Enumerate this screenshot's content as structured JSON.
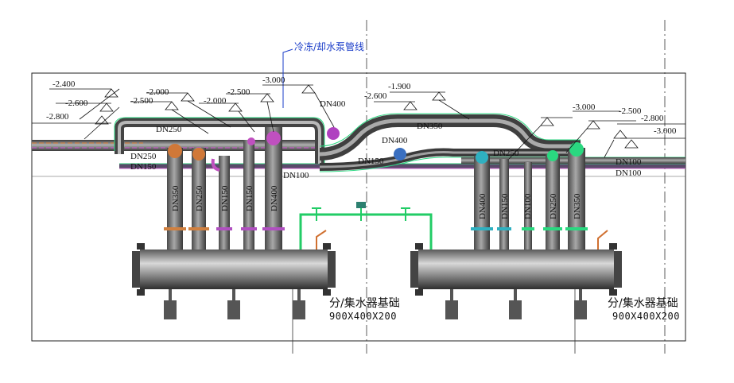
{
  "title": "冷冻/却水泵管线",
  "elevations": {
    "left": [
      "-2.400",
      "-2.600",
      "-2.800",
      "-2.500",
      "-2.000",
      "-2.000",
      "-2.500",
      "-3.000"
    ],
    "center": "-1.900",
    "center2": "-2.600",
    "right": [
      "-3.000",
      "-2.500",
      "-2.800",
      "-3.000"
    ]
  },
  "pipe_labels": {
    "dn250_top": "DN250",
    "dn250_left": "DN250",
    "dn150_left": "DN150",
    "dn100_mid": "DN100",
    "dn400_top": "DN400",
    "dn400_center": "DN400",
    "dn350_arch": "DN350",
    "dn150_center": "DN150",
    "dn250_right": "DN250",
    "dn100_right1": "DN100",
    "dn100_right2": "DN100"
  },
  "left_risers": [
    "DN350",
    "DN250",
    "DN150",
    "DN150",
    "DN400"
  ],
  "right_risers": [
    "DN400",
    "DN150",
    "DN100",
    "DN250",
    "DN350"
  ],
  "foundations": [
    {
      "name": "分/集水器基础",
      "size": "900X400X200"
    },
    {
      "name": "分/集水器基础",
      "size": "900X400X200"
    }
  ]
}
